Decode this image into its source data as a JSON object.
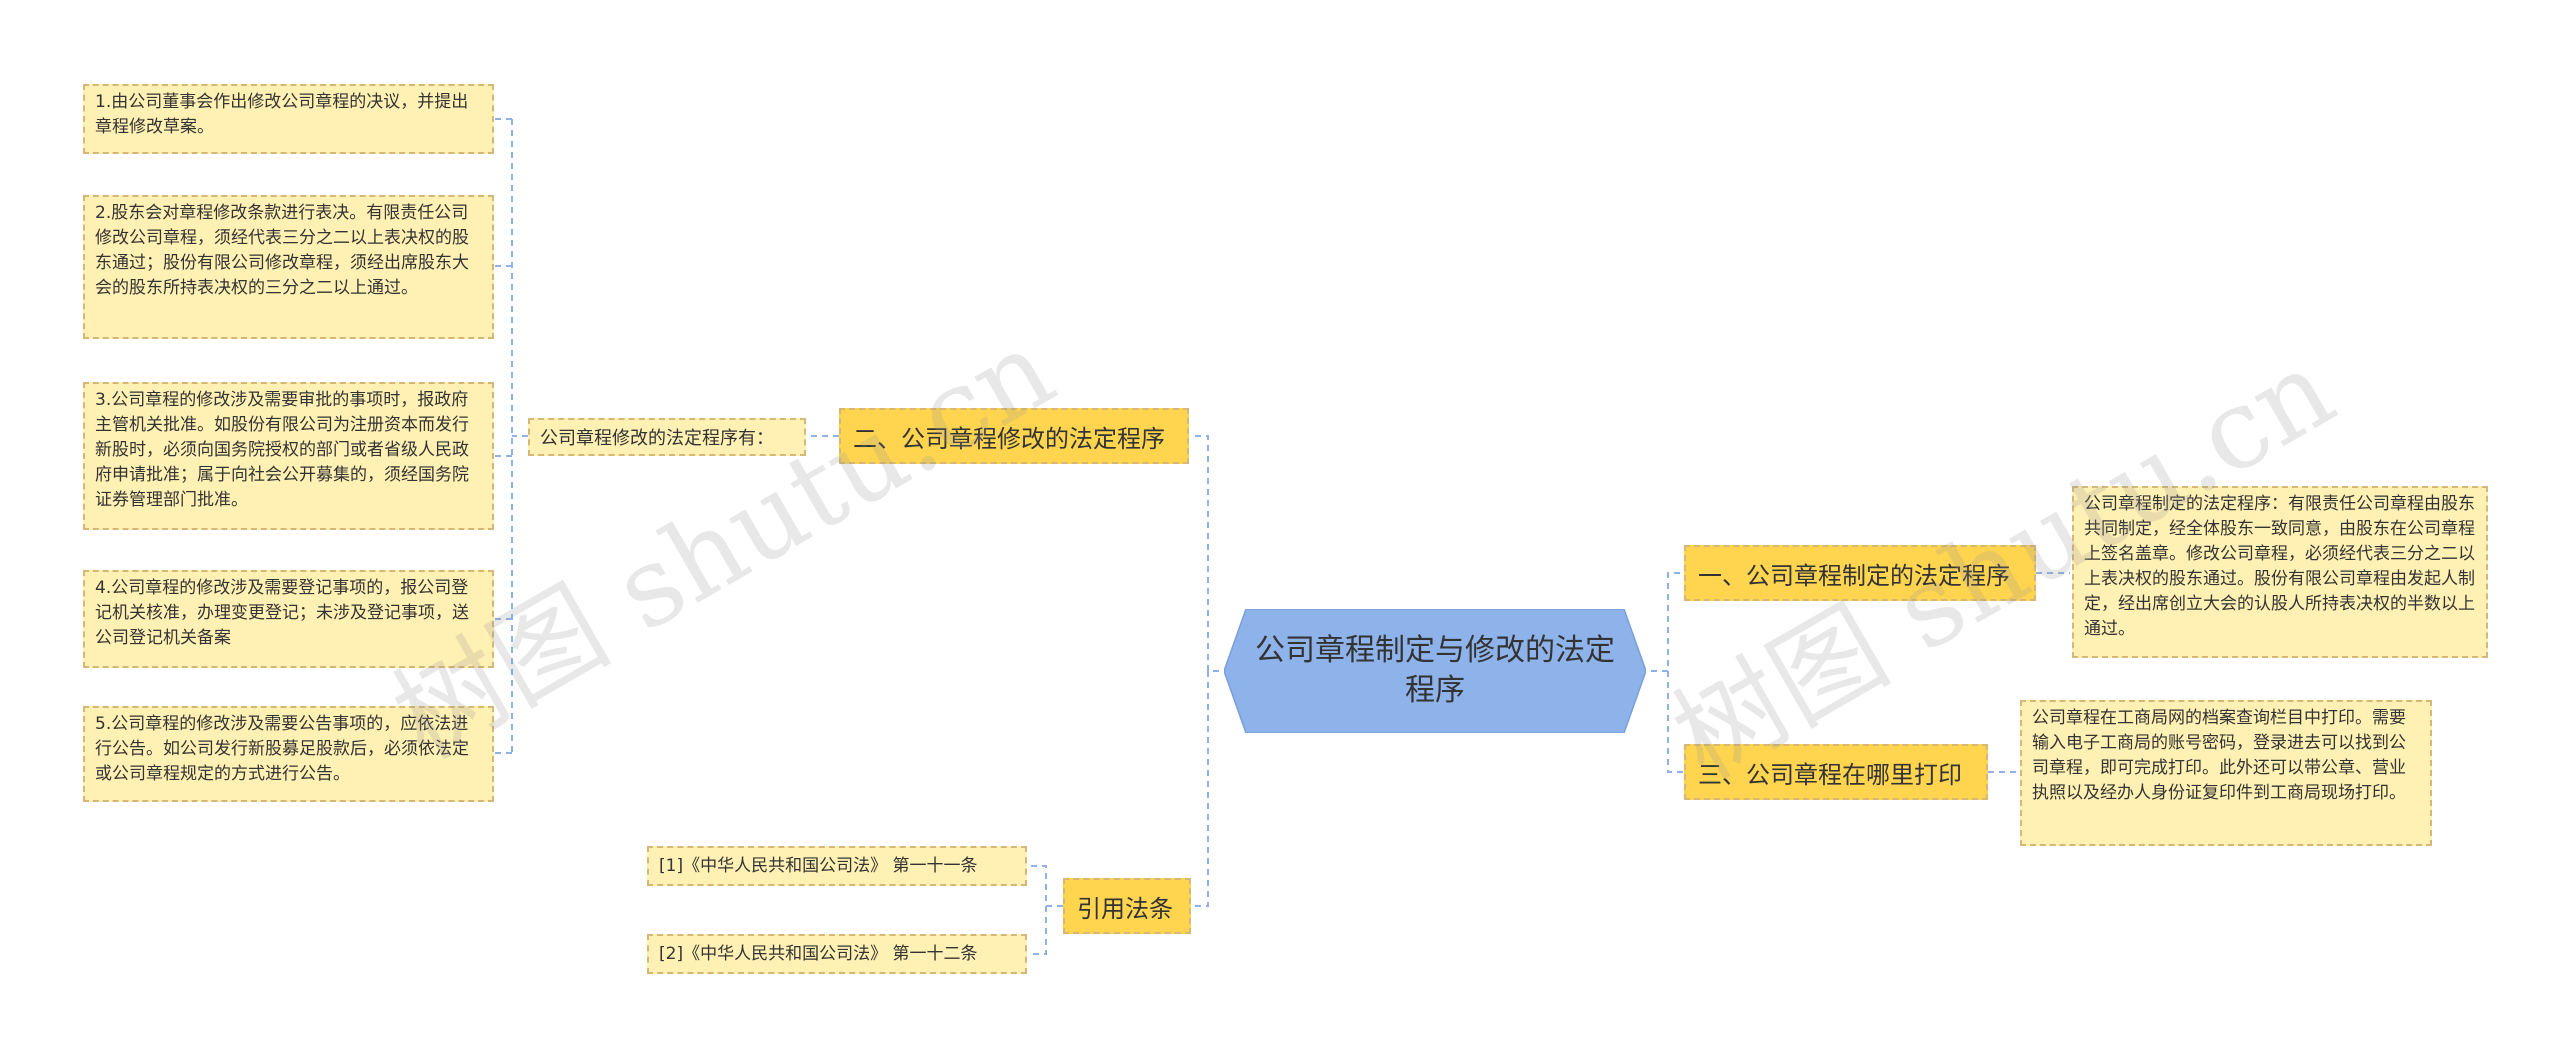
{
  "root": {
    "label": "公司章程制定与修改的法定程序"
  },
  "branches": {
    "modify": {
      "label": "二、公司章程修改的法定程序",
      "mid_label": "公司章程修改的法定程序有：",
      "items": [
        "1.由公司董事会作出修改公司章程的决议，并提出章程修改草案。",
        "2.股东会对章程修改条款进行表决。有限责任公司修改公司章程，须经代表三分之二以上表决权的股东通过；股份有限公司修改章程，须经出席股东大会的股东所持表决权的三分之二以上通过。",
        "3.公司章程的修改涉及需要审批的事项时，报政府主管机关批准。如股份有限公司为注册资本而发行新股时，必须向国务院授权的部门或者省级人民政府申请批准；属于向社会公开募集的，须经国务院证券管理部门批准。",
        "4.公司章程的修改涉及需要登记事项的，报公司登记机关核准，办理变更登记；未涉及登记事项，送公司登记机关备案",
        "5.公司章程的修改涉及需要公告事项的，应依法进行公告。如公司发行新股募足股款后，必须依法定或公司章程规定的方式进行公告。"
      ]
    },
    "law": {
      "label": "引用法条",
      "items": [
        "[1]《中华人民共和国公司法》 第一十一条",
        "[2]《中华人民共和国公司法》 第一十二条"
      ]
    },
    "make": {
      "label": "一、公司章程制定的法定程序",
      "detail": "公司章程制定的法定程序：有限责任公司章程由股东共同制定，经全体股东一致同意，由股东在公司章程上签名盖章。修改公司章程，必须经代表三分之二以上表决权的股东通过。股份有限公司章程由发起人制定，经出席创立大会的认股人所持表决权的半数以上通过。"
    },
    "print": {
      "label": "三、公司章程在哪里打印",
      "detail": "公司章程在工商局网的档案查询栏目中打印。需要输入电子工商局的账号密码，登录进去可以找到公司章程，即可完成打印。此外还可以带公章、营业执照以及经办人身份证复印件到工商局现场打印。"
    }
  },
  "watermarks": [
    "树图 shutu.cn",
    "树图 shutu.cn"
  ],
  "colors": {
    "root_fill": "#8eb2ea",
    "branch_fill": "#ffd550",
    "leaf_fill": "#fff0b3",
    "border": "#d5b777",
    "link": "#8fb1e3"
  }
}
